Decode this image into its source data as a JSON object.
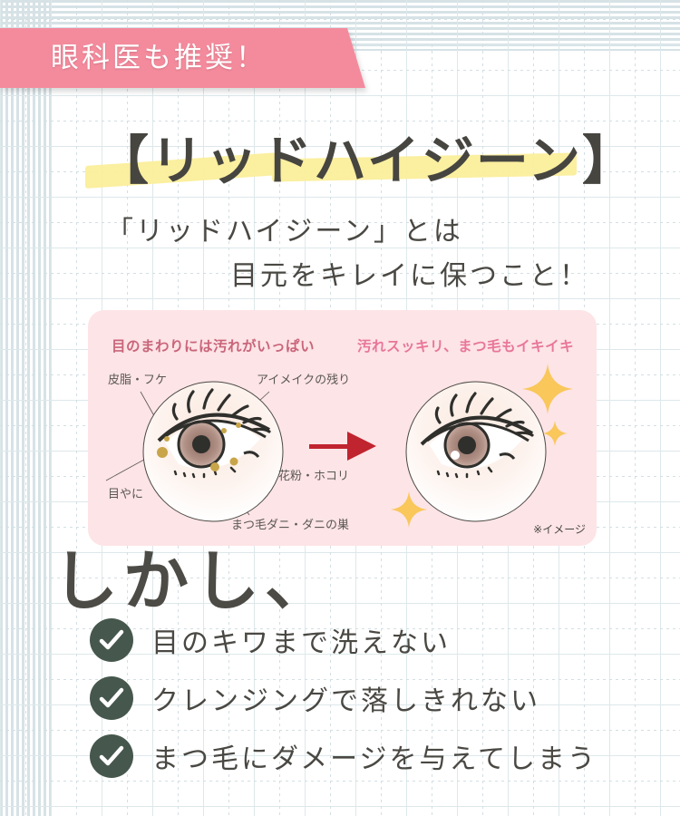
{
  "banner": {
    "text": "眼科医も推奨！",
    "color": "#f48b9d"
  },
  "title": {
    "text": "【リッドハイジーン】",
    "highlight_color": "#fbee9b"
  },
  "subtitle": {
    "line1": "「リッドハイジーン」とは",
    "line2": "目元をキレイに保つこと！"
  },
  "panel": {
    "background": "#fde4e6",
    "heading_left": "目のまわりには汚れがいっぱい",
    "heading_right": "汚れスッキリ、まつ毛もイキイキ",
    "labels": {
      "sebum": "皮脂・フケ",
      "makeup": "アイメイクの残り",
      "eye_mucus": "目やに",
      "pollen": "花粉・ホコリ",
      "mites": "まつ毛ダニ・ダニの巣"
    },
    "note": "※イメージ",
    "arrow_color": "#c0242f",
    "sparkle_color": "#f9c75a"
  },
  "however": {
    "text": "しかし、"
  },
  "problems": {
    "icon": "check-circle-icon",
    "icon_color": "#46574d",
    "items": [
      {
        "text": "目のキワまで洗えない"
      },
      {
        "text": "クレンジングで落しきれない"
      },
      {
        "text": "まつ毛にダメージを与えてしまう"
      }
    ]
  }
}
